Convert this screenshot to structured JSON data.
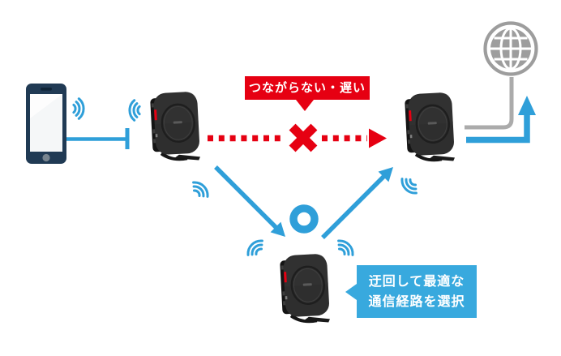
{
  "page": {
    "kind": "mesh-wifi-routing-diagram",
    "background": "#ffffff"
  },
  "labels": {
    "problem": "つながらない・遅い",
    "solution_line1": "迂回して最適な",
    "solution_line2": "通信経路を選択"
  },
  "colors": {
    "alert_red": "#e60012",
    "link_blue": "#2f9fd9",
    "bubble_blue": "#38a9de",
    "globe_gray": "#9d9d9d",
    "cable_gray": "#ababab",
    "phone_navy": "#203a54",
    "router_body": "#2e2e2e"
  },
  "icons": {
    "device_left": "smartphone-icon",
    "router_nodes": "wifi-router-icon",
    "internet": "globe-icon",
    "blocked_mark": "x-mark-icon",
    "relay_marker": "circle-o-icon",
    "signal_waves": "wifi-waves-icon"
  }
}
